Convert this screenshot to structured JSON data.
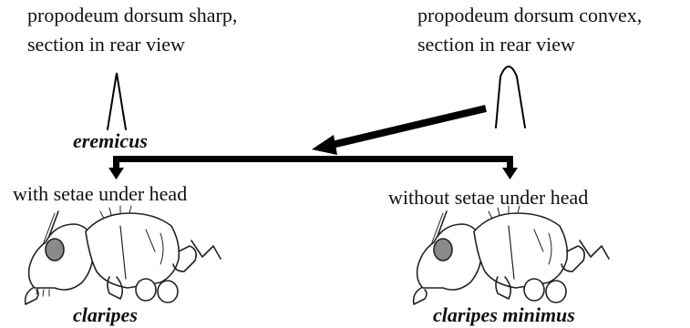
{
  "labels": {
    "sharp_line1": "propodeum dorsum sharp,",
    "sharp_line2": "section in rear view",
    "convex_line1": "propodeum dorsum convex,",
    "convex_line2": "section in rear view",
    "eremicus": "eremicus",
    "with_setae": "with setae under head",
    "without_setae": "without setae under head",
    "claripes": "claripes",
    "claripes_minimus": "claripes minimus"
  }
}
